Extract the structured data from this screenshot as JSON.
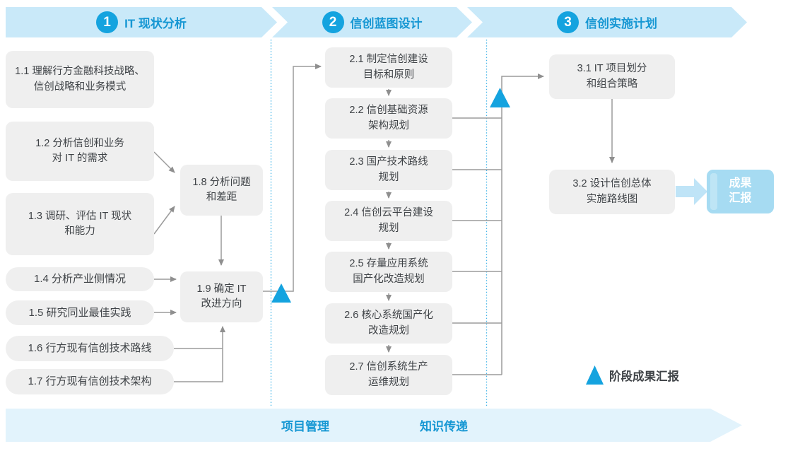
{
  "phases": [
    {
      "number": "1",
      "label": "IT 现状分析"
    },
    {
      "number": "2",
      "label": "信创蓝图设计"
    },
    {
      "number": "3",
      "label": "信创实施计划"
    }
  ],
  "boxes": {
    "b1_1": {
      "l1": "1.1 理解行方金融科技战略、",
      "l2": "信创战略和业务模式"
    },
    "b1_2": {
      "l1": "1.2 分析信创和业务",
      "l2": "对 IT 的需求"
    },
    "b1_3": {
      "l1": "1.3 调研、评估 IT 现状",
      "l2": "和能力"
    },
    "b1_4": {
      "l1": "1.4 分析产业侧情况"
    },
    "b1_5": {
      "l1": "1.5 研究同业最佳实践"
    },
    "b1_6": {
      "l1": "1.6 行方现有信创技术路线"
    },
    "b1_7": {
      "l1": "1.7 行方现有信创技术架构"
    },
    "b1_8": {
      "l1": "1.8 分析问题",
      "l2": "和差距"
    },
    "b1_9": {
      "l1": "1.9 确定 IT",
      "l2": "改进方向"
    },
    "b2_1": {
      "l1": "2.1 制定信创建设",
      "l2": "目标和原则"
    },
    "b2_2": {
      "l1": "2.2 信创基础资源",
      "l2": "架构规划"
    },
    "b2_3": {
      "l1": "2.3 国产技术路线",
      "l2": "规划"
    },
    "b2_4": {
      "l1": "2.4 信创云平台建设",
      "l2": "规划"
    },
    "b2_5": {
      "l1": "2.5 存量应用系统",
      "l2": "国产化改造规划"
    },
    "b2_6": {
      "l1": "2.6 核心系统国产化",
      "l2": "改造规划"
    },
    "b2_7": {
      "l1": "2.7 信创系统生产",
      "l2": "运维规划"
    },
    "b3_1": {
      "l1": "3.1 IT 项目划分",
      "l2": "和组合策略"
    },
    "b3_2": {
      "l1": "3.2 设计信创总体",
      "l2": "实施路线图"
    }
  },
  "result_box": {
    "l1": "成果",
    "l2": "汇报"
  },
  "legend": {
    "milestone_label": "阶段成果汇报"
  },
  "footer": {
    "items": [
      "项目管理",
      "知识传递"
    ]
  },
  "colors": {
    "accent_blue": "#14A3DF",
    "banner_bg": "#C9E9F9",
    "banner_text": "#1697D3",
    "footer_bg": "#E2F3FC",
    "box_bg": "#EFEFEF",
    "box_text": "#3F4347",
    "result_box_bg": "#A6DBF2",
    "connector_gray": "#9B9B9B",
    "divider_dotted_blue": "#45B5E8",
    "result_arrow_blue": "#BFE4F7"
  }
}
